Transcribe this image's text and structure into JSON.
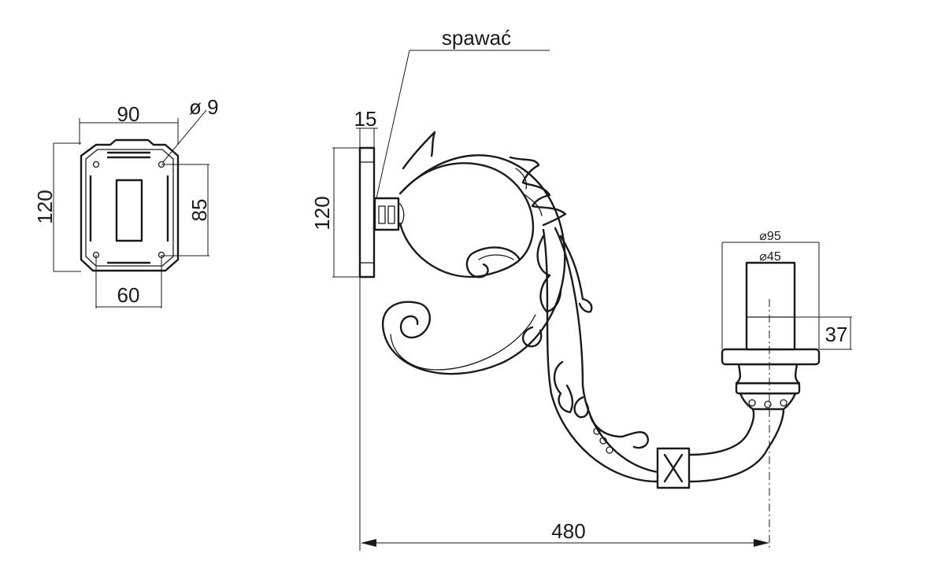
{
  "plate": {
    "width": "90",
    "height": "120",
    "hole_spacing_v": "85",
    "hole_spacing_h": "60",
    "hole_diameter": "ø 9"
  },
  "bracket": {
    "weld_note": "spawać",
    "plate_thickness": "15",
    "plate_height": "120",
    "outer_diameter": "⌀95",
    "inner_diameter": "⌀45",
    "socket_height": "37",
    "reach": "480"
  }
}
